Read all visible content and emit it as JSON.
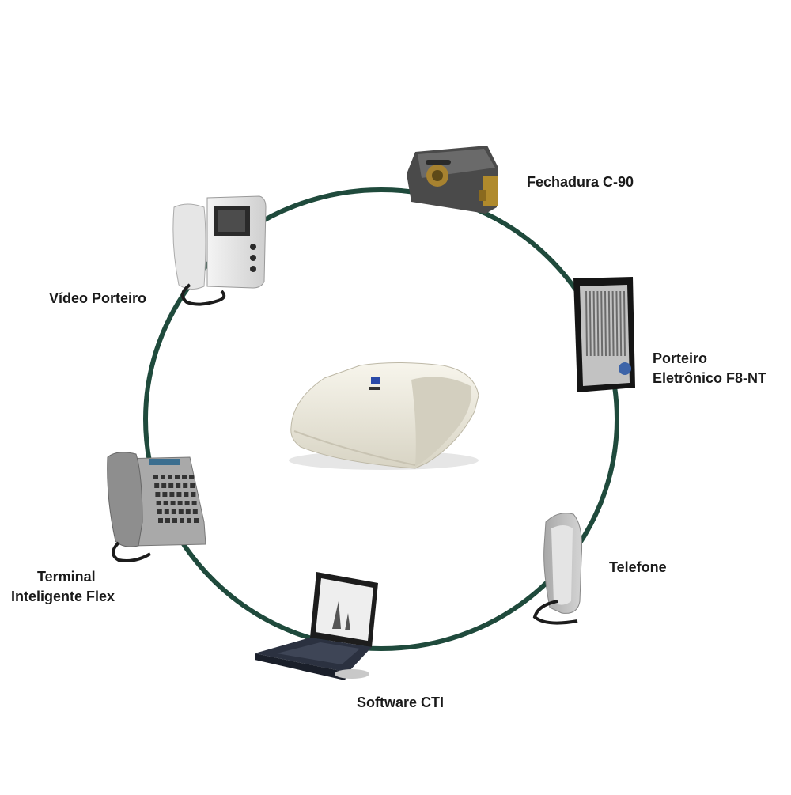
{
  "diagram": {
    "ring_color": "#1f4a3c",
    "central_device": {
      "icon": "central-unit-icon",
      "color": "#ece9dc"
    },
    "devices": [
      {
        "id": "lock",
        "icon": "electric-lock-icon",
        "lines": [
          "Fechadura C-90"
        ]
      },
      {
        "id": "intercom",
        "icon": "intercom-panel-icon",
        "lines": [
          "Porteiro",
          "Eletrônico F8-NT"
        ]
      },
      {
        "id": "phone",
        "icon": "wall-phone-icon",
        "lines": [
          "Telefone"
        ]
      },
      {
        "id": "cti",
        "icon": "laptop-icon",
        "lines": [
          "Software CTI"
        ]
      },
      {
        "id": "flex",
        "icon": "desk-phone-icon",
        "lines": [
          "Terminal",
          "Inteligente Flex"
        ]
      },
      {
        "id": "video",
        "icon": "video-door-phone-icon",
        "lines": [
          "Vídeo Porteiro"
        ]
      }
    ]
  }
}
